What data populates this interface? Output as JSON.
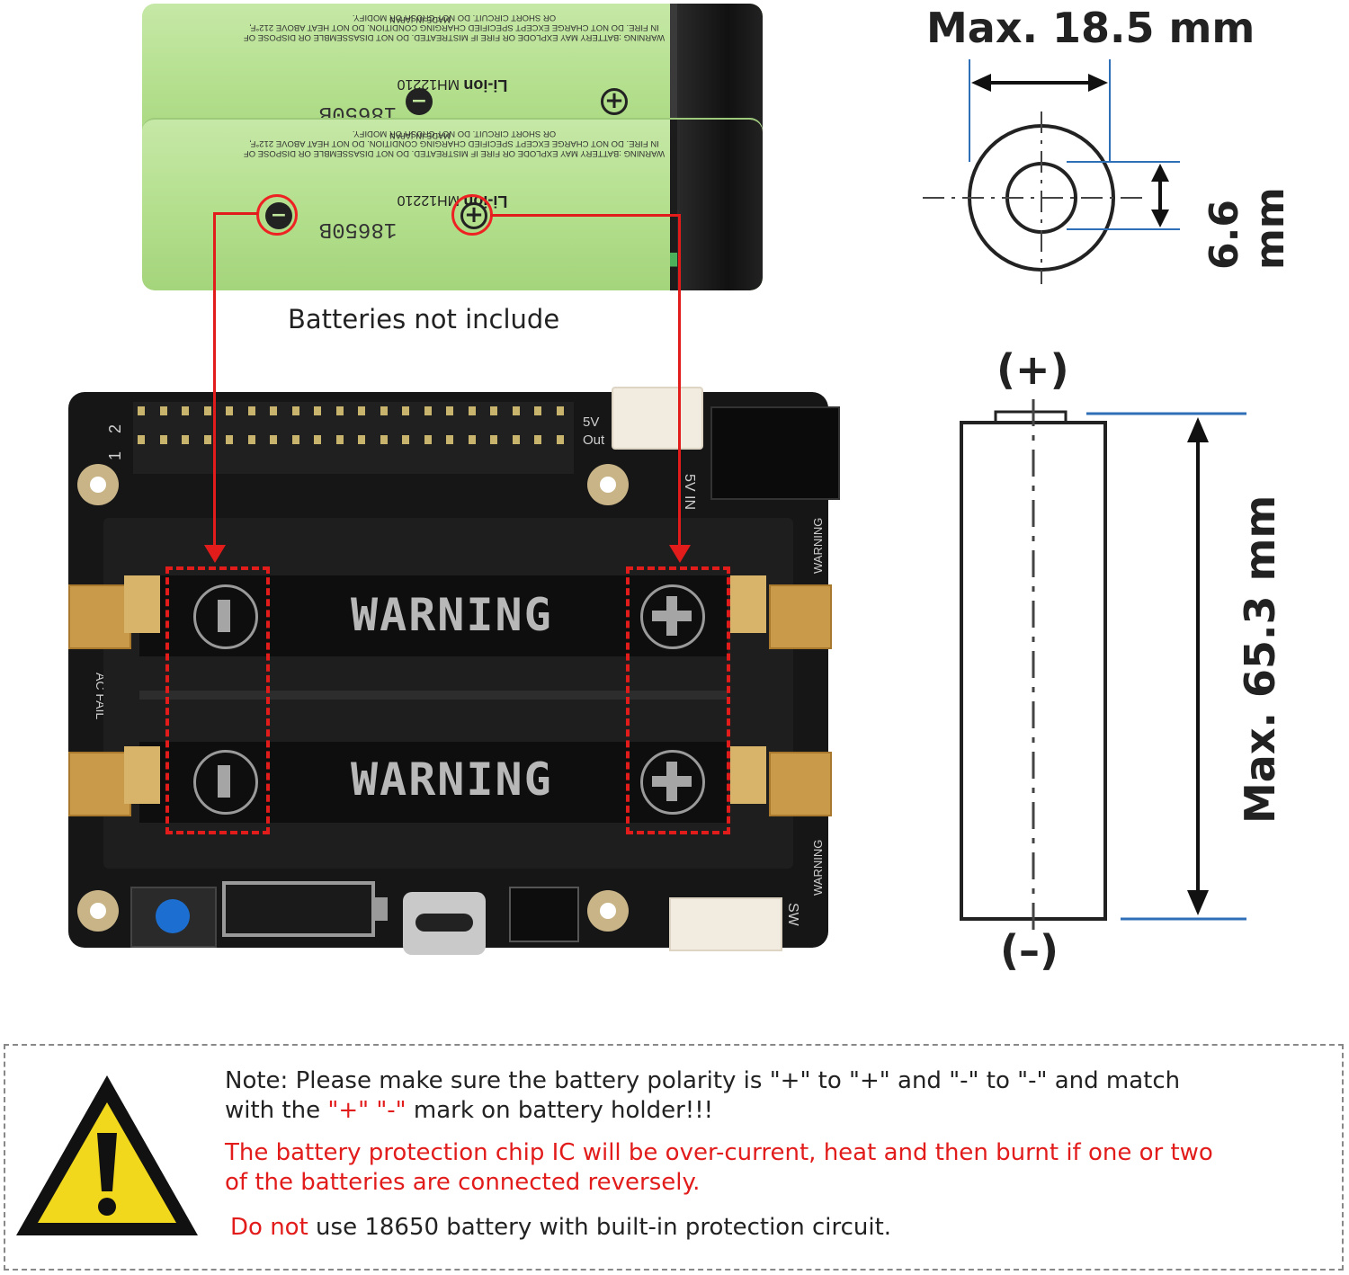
{
  "battery_top": {
    "warning_text": "WARNING :BATTERY MAY EXPLODE OR FIRE IF MISTREATED. DO NOT DISASSEMBLE OR DISPOSE OF IN FIRE. DO NOT CHARGE EXCEPT SPECIFIED CHARGING CONDITION. DO NOT HEAT ABOVE 212°F, OR SHORT CIRCUIT. DO NOT CRUSH OR MODIFY.",
    "made_in": "MADE IN JAPAN",
    "chemistry": "Li-ion",
    "model": "MH12210",
    "code": "18650B"
  },
  "battery_front": {
    "warning_text": "WARNING :BATTERY MAY EXPLODE OR FIRE IF MISTREATED. DO NOT DISASSEMBLE OR DISPOSE OF IN FIRE. DO NOT CHARGE EXCEPT SPECIFIED CHARGING CONDITION. DO NOT HEAT ABOVE 212°F, OR SHORT CIRCUIT. DO NOT CRUSH OR MODIFY.",
    "made_in": "MADE IN JAPAN",
    "chemistry": "Li-ion",
    "model": "MH12210",
    "code": "18650B"
  },
  "caption": "Batteries not include",
  "board": {
    "pin_label_1": "1",
    "pin_label_2": "2",
    "out_label": "5V\nOut",
    "vin_label": "5V IN",
    "warning_small_1": "WARNING",
    "warning_small_2": "WARNING",
    "acfail_label": "AC FAIL",
    "sw_label": "SW",
    "slot_warning_1": "WARNING",
    "slot_warning_2": "WARNING"
  },
  "dimension_top": {
    "max_diameter": "Max. 18.5 mm",
    "inner_diameter": "6.6 mm"
  },
  "dimension_side": {
    "plus": "(+)",
    "minus": "(–)",
    "max_length": "Max. 65.3 mm"
  },
  "note": {
    "line1": "Note: Please make sure the battery polarity is \"+\" to \"+\" and \"-\" to \"-\" and match",
    "line2_a": "with the ",
    "line2_plus": "\"+\"",
    "line2_minus": "\"-\"",
    "line2_b": " mark on battery holder!!!",
    "line3": "The battery protection chip IC will be over-current, heat and then burnt if one or two",
    "line4": "of the batteries are connected reversely.",
    "line5_red": "Do not",
    "line5_rest": " use 18650 battery with built-in protection circuit."
  },
  "colors": {
    "warning_red": "#e21b1b",
    "battery_green": "#b8e196",
    "dimension_blue": "#2f6fb7",
    "board_black": "#161616",
    "warning_yellow": "#f2d81c"
  }
}
